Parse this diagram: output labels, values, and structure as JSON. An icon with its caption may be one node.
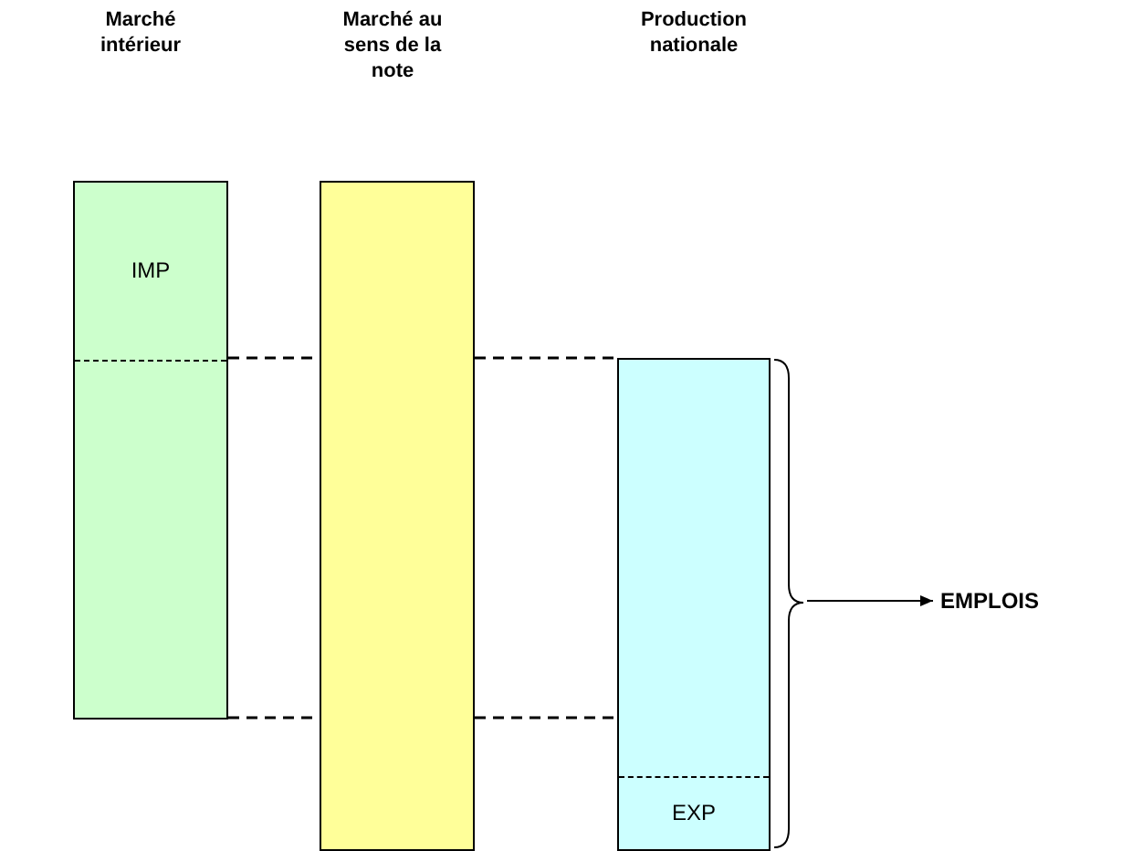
{
  "diagram": {
    "nodes": [
      {
        "text": [
          "IMP"
        ]
      },
      {
        "text": [],
        "shape": "box"
      },
      {
        "text": [
          "EXP"
        ]
      },
      {
        "text": [
          "EMPLOIS"
        ]
      }
    ],
    "edges": [
      {
        "from": 0,
        "to": 1,
        "arrow": "none",
        "style": "dashed"
      },
      {
        "from": 1,
        "to": 2,
        "arrow": "none",
        "style": "dashed"
      },
      {
        "from": 0,
        "to": 1,
        "arrow": "none",
        "style": "dashed"
      },
      {
        "from": 1,
        "to": 2,
        "arrow": "none",
        "style": "dashed"
      },
      {
        "from": 2,
        "to": 3,
        "arrow": "to"
      }
    ],
    "labels": [
      "Marché intérieur",
      "Marché au sens de la note",
      "Production nationale"
    ]
  }
}
